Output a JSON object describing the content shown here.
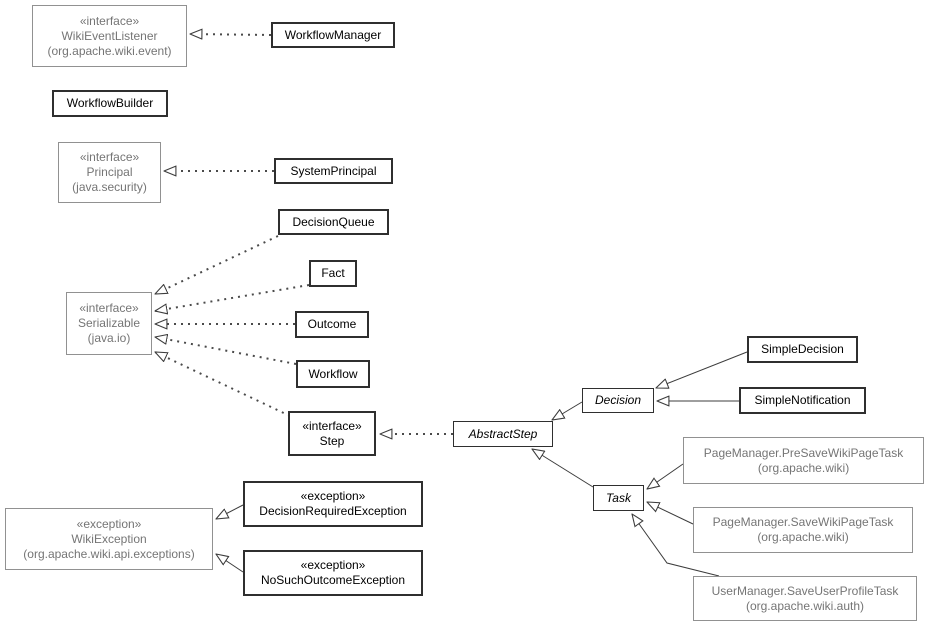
{
  "diagram_type": "uml-class-diagram",
  "colors": {
    "background": "#ffffff",
    "internal_box_border": "#2f2f2f",
    "external_box_border": "#919191",
    "external_box_text": "#757575",
    "internal_box_text": "#000000",
    "connector_line": "#3c3c3c"
  },
  "nodes": {
    "wiki_event_listener": {
      "stereotype": "«interface»",
      "name": "WikiEventListener",
      "package": "(org.apache.wiki.event)"
    },
    "workflow_manager": {
      "name": "WorkflowManager"
    },
    "workflow_builder": {
      "name": "WorkflowBuilder"
    },
    "principal": {
      "stereotype": "«interface»",
      "name": "Principal",
      "package": "(java.security)"
    },
    "system_principal": {
      "name": "SystemPrincipal"
    },
    "decision_queue": {
      "name": "DecisionQueue"
    },
    "fact": {
      "name": "Fact"
    },
    "outcome": {
      "name": "Outcome"
    },
    "workflow": {
      "name": "Workflow"
    },
    "serializable": {
      "stereotype": "«interface»",
      "name": "Serializable",
      "package": "(java.io)"
    },
    "step": {
      "stereotype": "«interface»",
      "name": "Step"
    },
    "abstract_step": {
      "name": "AbstractStep"
    },
    "decision": {
      "name": "Decision"
    },
    "simple_decision": {
      "name": "SimpleDecision"
    },
    "simple_notification": {
      "name": "SimpleNotification"
    },
    "task": {
      "name": "Task"
    },
    "pre_save_wiki_page_task": {
      "name": "PageManager.PreSaveWikiPageTask",
      "package": "(org.apache.wiki)"
    },
    "save_wiki_page_task": {
      "name": "PageManager.SaveWikiPageTask",
      "package": "(org.apache.wiki)"
    },
    "save_user_profile_task": {
      "name": "UserManager.SaveUserProfileTask",
      "package": "(org.apache.wiki.auth)"
    },
    "wiki_exception": {
      "stereotype": "«exception»",
      "name": "WikiException",
      "package": "(org.apache.wiki.api.exceptions)"
    },
    "decision_required_exception": {
      "stereotype": "«exception»",
      "name": "DecisionRequiredException"
    },
    "no_such_outcome_exception": {
      "stereotype": "«exception»",
      "name": "NoSuchOutcomeException"
    }
  },
  "edges": [
    {
      "from": "WorkflowManager",
      "to": "WikiEventListener",
      "relation": "implements",
      "style": "dotted"
    },
    {
      "from": "SystemPrincipal",
      "to": "Principal",
      "relation": "implements",
      "style": "dotted"
    },
    {
      "from": "DecisionQueue",
      "to": "Serializable",
      "relation": "implements",
      "style": "dotted"
    },
    {
      "from": "Fact",
      "to": "Serializable",
      "relation": "implements",
      "style": "dotted"
    },
    {
      "from": "Outcome",
      "to": "Serializable",
      "relation": "implements",
      "style": "dotted"
    },
    {
      "from": "Workflow",
      "to": "Serializable",
      "relation": "implements",
      "style": "dotted"
    },
    {
      "from": "Step",
      "to": "Serializable",
      "relation": "implements",
      "style": "dotted"
    },
    {
      "from": "AbstractStep",
      "to": "Step",
      "relation": "implements",
      "style": "dotted"
    },
    {
      "from": "Decision",
      "to": "AbstractStep",
      "relation": "extends",
      "style": "solid"
    },
    {
      "from": "Task",
      "to": "AbstractStep",
      "relation": "extends",
      "style": "solid"
    },
    {
      "from": "SimpleDecision",
      "to": "Decision",
      "relation": "extends",
      "style": "solid"
    },
    {
      "from": "SimpleNotification",
      "to": "Decision",
      "relation": "extends",
      "style": "solid"
    },
    {
      "from": "PageManager.PreSaveWikiPageTask",
      "to": "Task",
      "relation": "extends",
      "style": "solid"
    },
    {
      "from": "PageManager.SaveWikiPageTask",
      "to": "Task",
      "relation": "extends",
      "style": "solid"
    },
    {
      "from": "UserManager.SaveUserProfileTask",
      "to": "Task",
      "relation": "extends",
      "style": "solid"
    },
    {
      "from": "DecisionRequiredException",
      "to": "WikiException",
      "relation": "extends",
      "style": "solid"
    },
    {
      "from": "NoSuchOutcomeException",
      "to": "WikiException",
      "relation": "extends",
      "style": "solid"
    }
  ]
}
